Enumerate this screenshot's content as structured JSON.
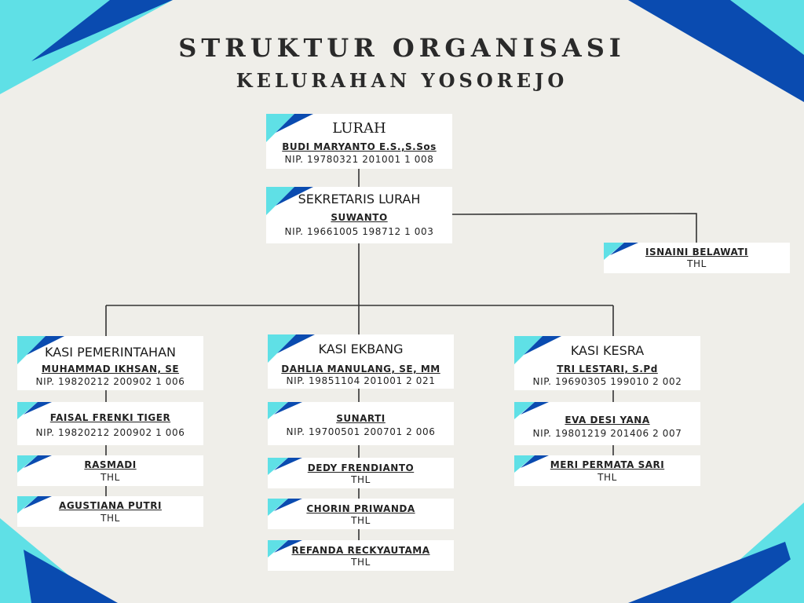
{
  "header": {
    "title": "STRUKTUR ORGANISASI",
    "subtitle": "KELURAHAN YOSOREJO"
  },
  "colors": {
    "cyan": "#5fe0e6",
    "blue": "#0a4bb0",
    "background": "#efeee9"
  },
  "lurah": {
    "role": "LURAH",
    "name": "BUDI MARYANTO E.S.,S.Sos",
    "nip": "NIP. 19780321 201001 1 008"
  },
  "sekretaris": {
    "role": "SEKRETARIS LURAH",
    "name": "SUWANTO",
    "nip": "NIP. 19661005 198712 1 003"
  },
  "staff_sekretaris": {
    "name": "ISNAINI BELAWATI",
    "nip": "THL"
  },
  "kasi_pemerintahan": {
    "role": "KASI PEMERINTAHAN",
    "name": "MUHAMMAD IKHSAN, SE",
    "nip": "NIP. 19820212 200902 1 006",
    "staff": [
      {
        "name": "FAISAL FRENKI TIGER",
        "nip": "NIP. 19820212 200902 1 006"
      },
      {
        "name": "RASMADI",
        "nip": "THL"
      },
      {
        "name": "AGUSTIANA PUTRI",
        "nip": "THL"
      }
    ]
  },
  "kasi_ekbang": {
    "role": "KASI EKBANG",
    "name": "DAHLIA MANULANG, SE, MM",
    "nip": "NIP. 19851104 201001 2 021",
    "staff": [
      {
        "name": "SUNARTI",
        "nip": "NIP. 19700501 200701 2 006"
      },
      {
        "name": "DEDY FRENDIANTO",
        "nip": "THL"
      },
      {
        "name": "CHORIN PRIWANDA",
        "nip": "THL"
      },
      {
        "name": "REFANDA RECKYAUTAMA",
        "nip": "THL"
      }
    ]
  },
  "kasi_kesra": {
    "role": "KASI KESRA",
    "name": "TRI LESTARI, S.Pd",
    "nip": "NIP. 19690305 199010 2 002",
    "staff": [
      {
        "name": "EVA DESI YANA",
        "nip": "NIP. 19801219 201406 2 007"
      },
      {
        "name": "MERI PERMATA SARI",
        "nip": "THL"
      }
    ]
  }
}
